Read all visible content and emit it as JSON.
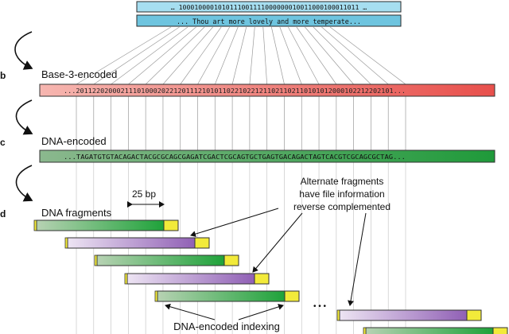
{
  "top_rows": {
    "binary": "… 1000100001010111001111000000010011000100011011 …",
    "text": "... Thou art more lovely and more temperate..."
  },
  "steps": {
    "b": {
      "letter": "b",
      "title": "Base-3-encoded",
      "sequence": "...201122020002111010002022120111210101102210221211021102110101012000102212202101..."
    },
    "c": {
      "letter": "c",
      "title": "DNA-encoded",
      "sequence": "...TAGATGTGTACAGACTACGCGCAGCGAGATCGACTCGCAGTGCTGAGTGACAGACTAGTCACGTCGCAGCGCTAG..."
    },
    "d": {
      "letter": "d",
      "title": "DNA fragments",
      "bp_label": "25 bp"
    }
  },
  "annotations": {
    "alternate": [
      "Alternate fragments",
      "have file information",
      "reverse complemented"
    ],
    "indexing": "DNA-encoded indexing",
    "ellipsis": "• • •"
  },
  "colors": {
    "binary_bar": "#9fdcef",
    "text_bar": "#73c6e0",
    "base3_gradient": [
      "#f6b6b0",
      "#e8504c"
    ],
    "dna_gradient": [
      "#8bb88e",
      "#1f9a3a"
    ],
    "fragment_green": [
      "#a7c7a5",
      "#22a33c"
    ],
    "fragment_purple": [
      "#e6dcf0",
      "#9864b8"
    ],
    "index_yellow": "#f2ea3a"
  }
}
